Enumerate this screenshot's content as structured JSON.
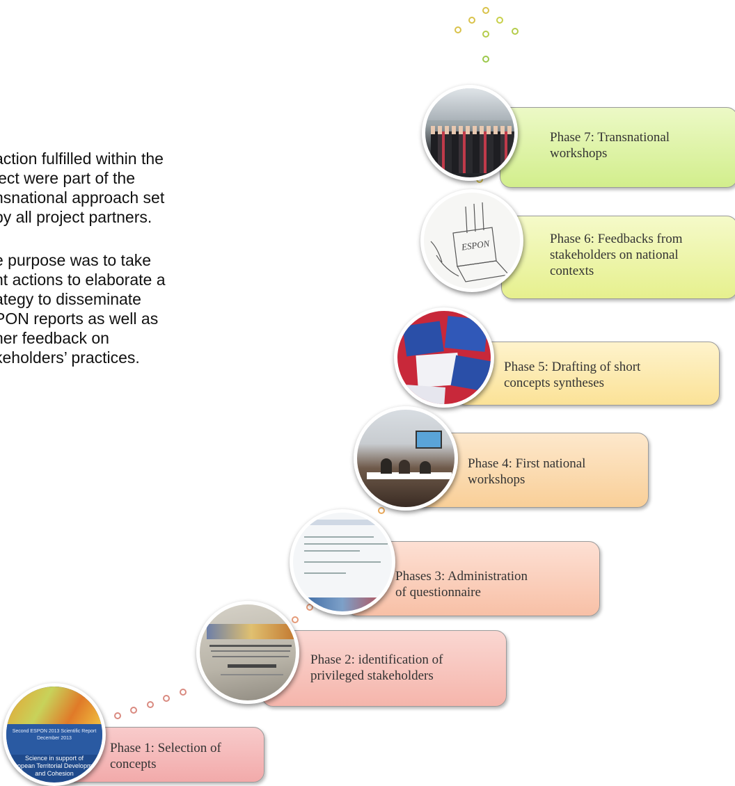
{
  "intro": {
    "p1": "action fulfilled within the ject were part of the nsnational approach set by all project partners.",
    "p1_lines": [
      "action fulfilled within the",
      "ject were part of the",
      "nsnational approach set",
      " by all project partners."
    ],
    "p2_lines": [
      "e purpose was to take",
      "nt actions to elaborate a",
      "ategy to disseminate",
      "PON reports as well as",
      "her feedback on",
      "keholders’ practices."
    ]
  },
  "phases": [
    {
      "line1": "Phase 1: Selection of",
      "line2": "concepts",
      "color": "#f6bdbd"
    },
    {
      "line1": "Phase 2: identification of",
      "line2": "privileged stakeholders",
      "color": "#f8c9c2"
    },
    {
      "line1": "Phases 3: Administration",
      "line2": "of questionnaire",
      "color": "#fbd2c2"
    },
    {
      "line1": "Phase 4: First national",
      "line2": "workshops",
      "color": "#fbdcb8"
    },
    {
      "line1": "Phase 5: Drafting of short",
      "line2": "concepts syntheses",
      "color": "#fdebb3"
    },
    {
      "line1": "Phase 6: Feedbacks from",
      "line2": "stakeholders on national",
      "line3": "contexts",
      "color": "#eef6b2"
    },
    {
      "line1": "Phase 7: Transnational",
      "line2": "workshops",
      "color": "#dff3a8"
    }
  ],
  "report_cover": {
    "title": "Second ESPON 2013 Scientific Report",
    "date": "December 2013",
    "subtitle_1": "Science in support of",
    "subtitle_2": "European Territorial Development",
    "subtitle_3": "and Cohesion"
  },
  "laptop_label": "ESPON",
  "colors": {
    "dot_red": "#d98a80",
    "dot_orange": "#e8a85a",
    "dot_yellow": "#d9c24a",
    "dot_green": "#9cc84a"
  }
}
